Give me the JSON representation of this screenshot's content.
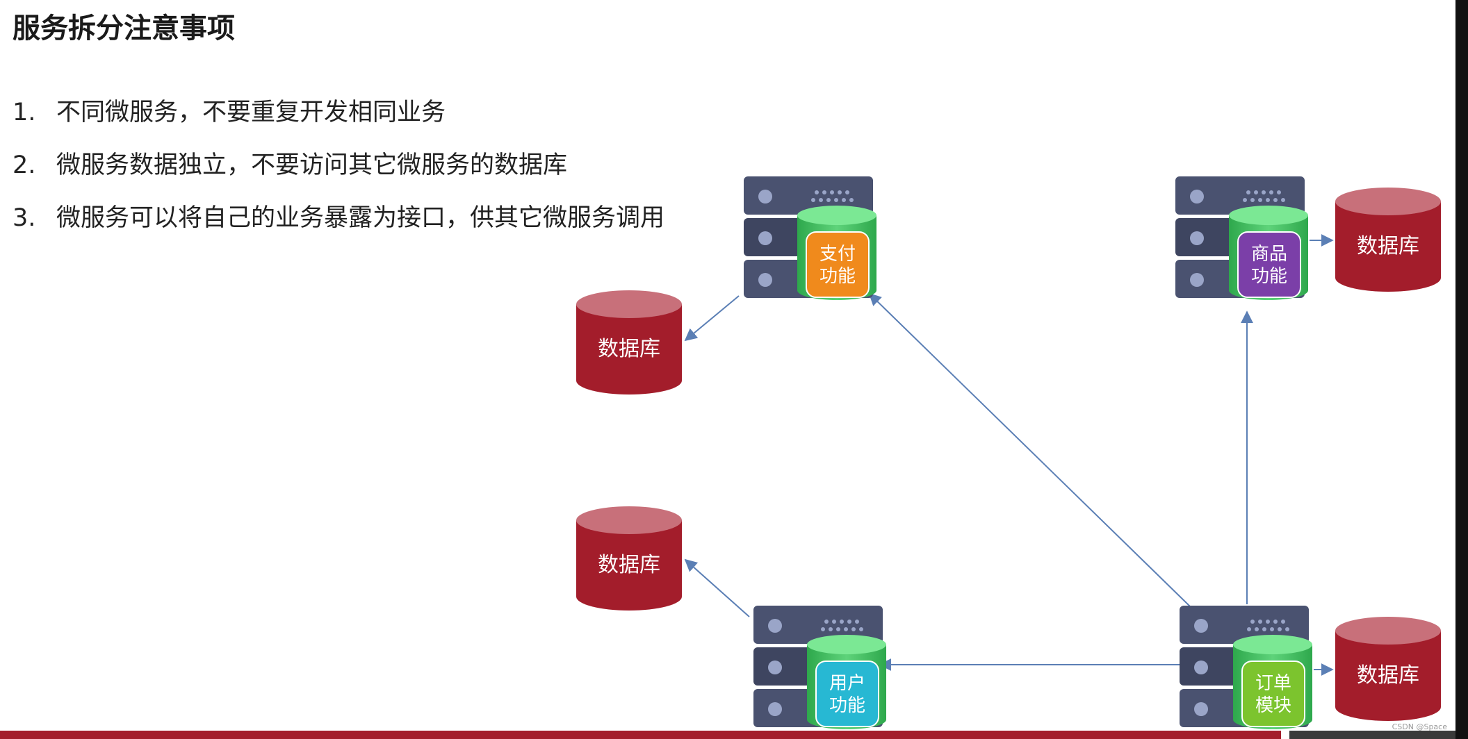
{
  "title": "服务拆分注意事项",
  "points": [
    {
      "num": "1.",
      "text": "不同微服务，不要重复开发相同业务"
    },
    {
      "num": "2.",
      "text": "微服务数据独立，不要访问其它微服务的数据库"
    },
    {
      "num": "3.",
      "text": "微服务可以将自己的业务暴露为接口，供其它微服务调用"
    }
  ],
  "services": {
    "pay": {
      "line1": "支付",
      "line2": "功能",
      "color": "#f08a1c"
    },
    "product": {
      "line1": "商品",
      "line2": "功能",
      "color": "#7b3fa8"
    },
    "user": {
      "line1": "用户",
      "line2": "功能",
      "color": "#27b8d3"
    },
    "order": {
      "line1": "订单",
      "line2": "模块",
      "color": "#7cc42e"
    }
  },
  "databases": {
    "pay_db": "数据库",
    "product_db": "数据库",
    "user_db": "数据库",
    "order_db": "数据库"
  },
  "colors": {
    "database": "#a31d2b",
    "database_top": "#c8707a",
    "server": "#4a5270",
    "cylinder": "#48c467",
    "arrow": "#5b7fb5",
    "footer": "#a31d2b"
  },
  "watermark": "CSDN @Space"
}
